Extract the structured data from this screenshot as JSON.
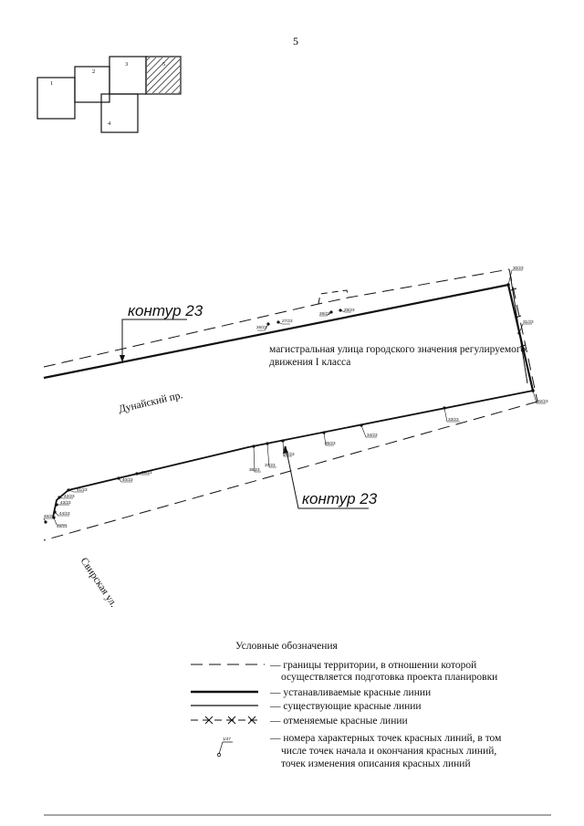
{
  "page_number": "5",
  "index_map": {
    "sheets": [
      "1",
      "2",
      "3",
      "5",
      "4"
    ]
  },
  "map": {
    "contour_label_top": "контур 23",
    "contour_label_bottom": "контур 23",
    "street_class_label_line1": "магистральная улица городского значения регулируемого",
    "street_class_label_line2": "движения I класса",
    "street_name_main": "Дунайский пр.",
    "street_name_side": "Свирская ул.",
    "points": [
      {
        "label": "26/23"
      },
      {
        "label": "27/23"
      },
      {
        "label": "28/23"
      },
      {
        "label": "29/23"
      },
      {
        "label": "30/23"
      },
      {
        "label": "31/23"
      },
      {
        "label": "32/23"
      },
      {
        "label": "33/23"
      },
      {
        "label": "34/23"
      },
      {
        "label": "35/23"
      },
      {
        "label": "36/23"
      },
      {
        "label": "37/23"
      },
      {
        "label": "38/23"
      },
      {
        "label": "39/23"
      },
      {
        "label": "40/23"
      },
      {
        "label": "41/23"
      },
      {
        "label": "42/23"
      },
      {
        "label": "43/23"
      },
      {
        "label": "44/23"
      },
      {
        "label": "45/23"
      },
      {
        "label": "46/23"
      }
    ]
  },
  "legend": {
    "title": "Условные обозначения",
    "items": [
      {
        "symbol": "dashed-boundary",
        "line1": "— границы территории, в отношении которой",
        "line2": "осуществляется подготовка проекта планировки"
      },
      {
        "symbol": "established-red-line",
        "line1": "— устанавливаемые красные линии",
        "line2": ""
      },
      {
        "symbol": "existing-red-line",
        "line1": "— существующие красные линии",
        "line2": ""
      },
      {
        "symbol": "cancelled-red-line",
        "line1": "— отменяемые красные линии",
        "line2": ""
      },
      {
        "symbol": "point-number",
        "sample": "1/47",
        "line1": "— номера характерных точек красных линий, в том",
        "line2": "числе точек начала и окончания красных линий,",
        "line3": "точек изменения описания красных линий"
      }
    ]
  }
}
